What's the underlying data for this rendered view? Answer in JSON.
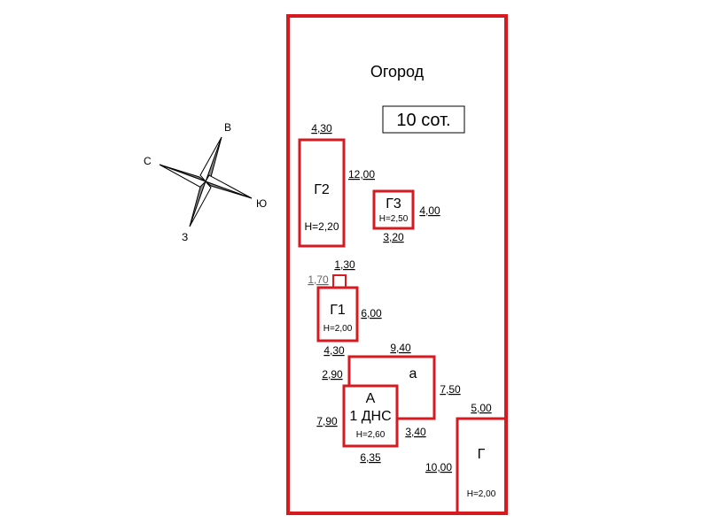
{
  "colors": {
    "boundary": "#d71920",
    "text": "#000000",
    "compass_fill": "#8a8a8a"
  },
  "plot": {
    "label": "Огород",
    "area": "10 сот."
  },
  "compass": {
    "north": "С",
    "east": "В",
    "south": "Ю",
    "west": "З"
  },
  "buildings": {
    "g2": {
      "name": "Г2",
      "height": "Н=2,20",
      "width": "4,30",
      "length": "12,00"
    },
    "g3": {
      "name": "Г3",
      "height": "Н=2,50",
      "width": "3,20",
      "length": "4,00"
    },
    "g1_ext": {
      "width": "1,30",
      "length": "1,70"
    },
    "g1": {
      "name": "Г1",
      "height": "Н=2,00",
      "width": "4,30",
      "length": "6,00"
    },
    "a_lower": {
      "name": "а",
      "width": "9,40",
      "length": "7,50",
      "left": "2,90",
      "bottom": "3,40"
    },
    "a_main": {
      "name": "А",
      "floors": "1 ДНС",
      "height": "Н=2,60",
      "width": "6,35",
      "length": "7,90"
    },
    "g": {
      "name": "Г",
      "height": "Н=2,00",
      "width": "5,00",
      "length": "10,00"
    }
  }
}
